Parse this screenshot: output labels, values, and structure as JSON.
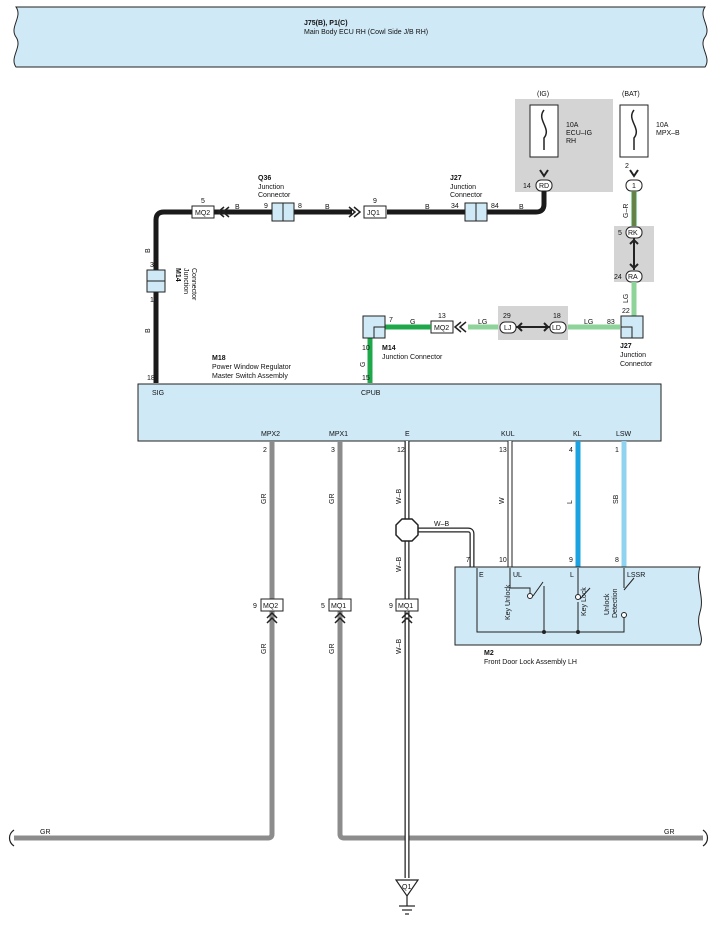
{
  "ecu": {
    "code": "J75(B), P1(C)",
    "name": "Main Body ECU RH (Cowl Side J/B RH)"
  },
  "fuse_ig": {
    "source": "(IG)",
    "rating": "10A",
    "name1": "ECU–IG",
    "name2": "RH",
    "pin": "14",
    "conn": "RD"
  },
  "fuse_bat": {
    "source": "(BAT)",
    "rating": "10A",
    "name1": "MPX–B",
    "pin": "2",
    "conn": "1"
  },
  "q36": {
    "code": "Q36",
    "name1": "Junction",
    "name2": "Connector",
    "pin_in": "9",
    "pin_out": "8"
  },
  "j27_top": {
    "code": "J27",
    "name1": "Junction",
    "name2": "Connector",
    "pin_in": "34",
    "pin_out": "84"
  },
  "j27_right": {
    "code": "J27",
    "name1": "Junction",
    "name2": "Connector",
    "pin_a": "22",
    "pin_b": "83"
  },
  "m14_left": {
    "code": "M14",
    "name1": "Junction",
    "name2": "Connector",
    "pin_top": "3",
    "pin_bottom": "1"
  },
  "m14_mid": {
    "code": "M14",
    "name": "Junction Connector",
    "pin_right": "7",
    "pin_bottom": "10"
  },
  "inline": {
    "mq2_top_pin": "5",
    "mq2_top": "MQ2",
    "jq1_pin": "9",
    "jq1": "JQ1",
    "rk_pin": "5",
    "rk": "RK",
    "ra_pin": "24",
    "ra": "RA",
    "mq2_mid_pin": "13",
    "mq2_mid": "MQ2",
    "lj_pin": "29",
    "lj": "LJ",
    "ld_pin": "18",
    "ld": "LD",
    "mq2_low_pin": "9",
    "mq2_low": "MQ2",
    "mq1_a_pin": "5",
    "mq1_a": "MQ1",
    "mq1_b_pin": "9",
    "mq1_b": "MQ1",
    "ground": "Q1"
  },
  "wires": {
    "b": "B",
    "gr": "G–R",
    "lg": "LG",
    "g": "G",
    "grey": "GR",
    "w": "W",
    "l": "L",
    "sb": "SB",
    "wb": "W–B"
  },
  "m18": {
    "code": "M18",
    "name1": "Power Window Regulator",
    "name2": "Master Switch Assembly",
    "sig": "SIG",
    "cpub": "CPUB",
    "sig_pin": "18",
    "cpub_pin": "15",
    "mpx2": "MPX2",
    "mpx1": "MPX1",
    "e": "E",
    "kul": "KUL",
    "kl": "KL",
    "lsw": "LSW",
    "p_mpx2": "2",
    "p_mpx1": "3",
    "p_e": "12",
    "p_kul": "13",
    "p_kl": "4",
    "p_lsw": "1"
  },
  "m2": {
    "code": "M2",
    "name": "Front Door Lock Assembly LH",
    "e": "E",
    "ul": "UL",
    "l": "L",
    "lssr": "LSSR",
    "p_e": "7",
    "p_ul": "10",
    "p_l": "9",
    "p_lssr": "8",
    "sw1": "Key Unlock",
    "sw2": "Key Lock",
    "sw3a": "Unlock",
    "sw3b": "Detection"
  },
  "colors": {
    "frame": "#cfe9f7",
    "black": "#1a1a1a",
    "grey": "#8c8c8c",
    "green": "#1ea84a",
    "lightgreen": "#8ed39a",
    "blue": "#1aa3e0",
    "lightblue": "#8fd3f0",
    "fusebg": "#d4d4d4"
  }
}
